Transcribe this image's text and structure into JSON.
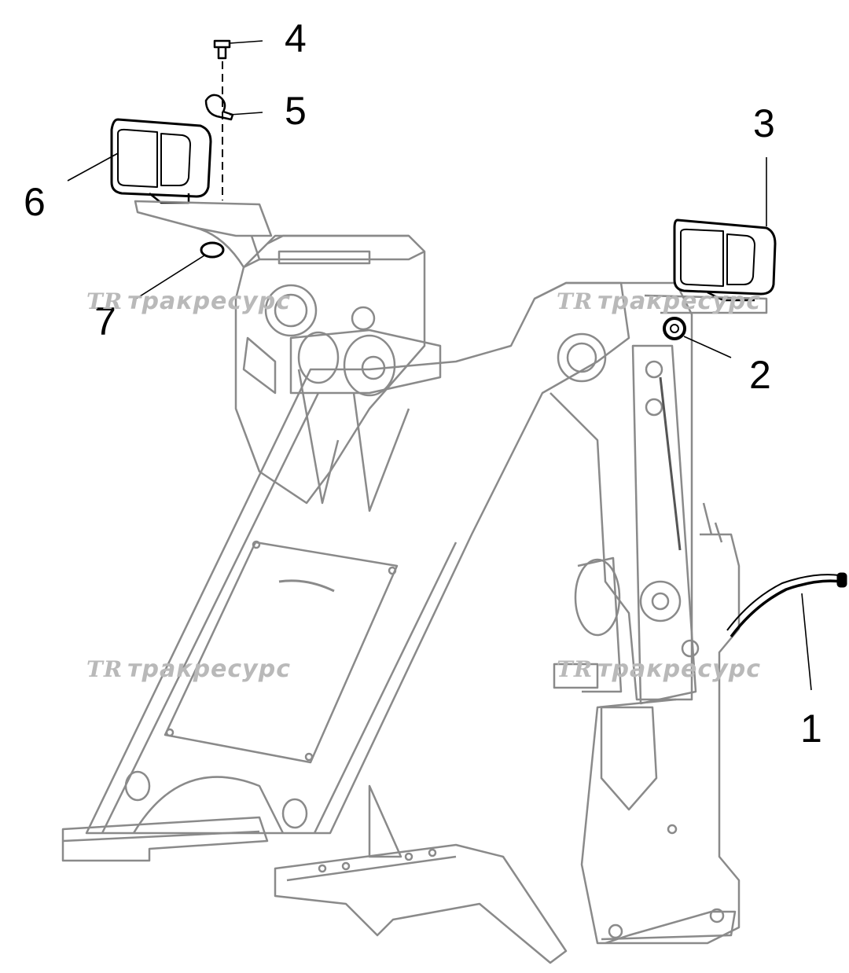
{
  "diagram": {
    "callouts": [
      {
        "id": "c1",
        "label": "1"
      },
      {
        "id": "c2",
        "label": "2"
      },
      {
        "id": "c3",
        "label": "3"
      },
      {
        "id": "c4",
        "label": "4"
      },
      {
        "id": "c5",
        "label": "5"
      },
      {
        "id": "c6",
        "label": "6"
      },
      {
        "id": "c7",
        "label": "7"
      }
    ],
    "watermark": {
      "logo": "TR",
      "text": "тракресурс"
    },
    "colors": {
      "frame_stroke": "#8a8a8a",
      "part_stroke": "#000000",
      "watermark": "#b9b9b9"
    }
  }
}
